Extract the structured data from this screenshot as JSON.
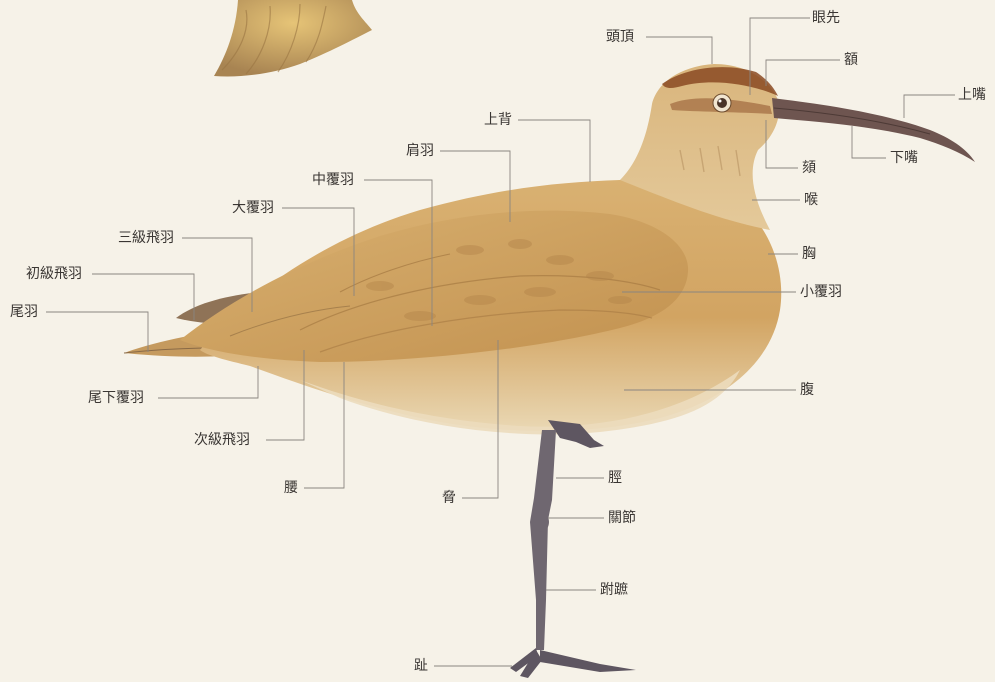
{
  "labels": {
    "crown": "頭頂",
    "lores": "眼先",
    "forehead": "額",
    "upper_mandible": "上嘴",
    "mantle": "上背",
    "scapulars": "肩羽",
    "median_coverts": "中覆羽",
    "greater_coverts": "大覆羽",
    "tertials": "三級飛羽",
    "primaries": "初級飛羽",
    "tail": "尾羽",
    "chin": "頦",
    "lower_mandible": "下嘴",
    "throat": "喉",
    "breast": "胸",
    "lesser_coverts": "小覆羽",
    "belly": "腹",
    "undertail_coverts": "尾下覆羽",
    "secondaries": "次級飛羽",
    "rump": "腰",
    "flank": "脅",
    "tibia": "脛",
    "joint": "關節",
    "tarsus": "跗蹠",
    "toe": "趾"
  },
  "colors": {
    "background": "#f6f2e8",
    "plumage": "#d7ab6e",
    "plumage_dark": "#b88a4f",
    "belly": "#e8d4ad",
    "bill": "#6e5550",
    "leg": "#6f6770",
    "crown_stripe": "#8a4a22"
  }
}
